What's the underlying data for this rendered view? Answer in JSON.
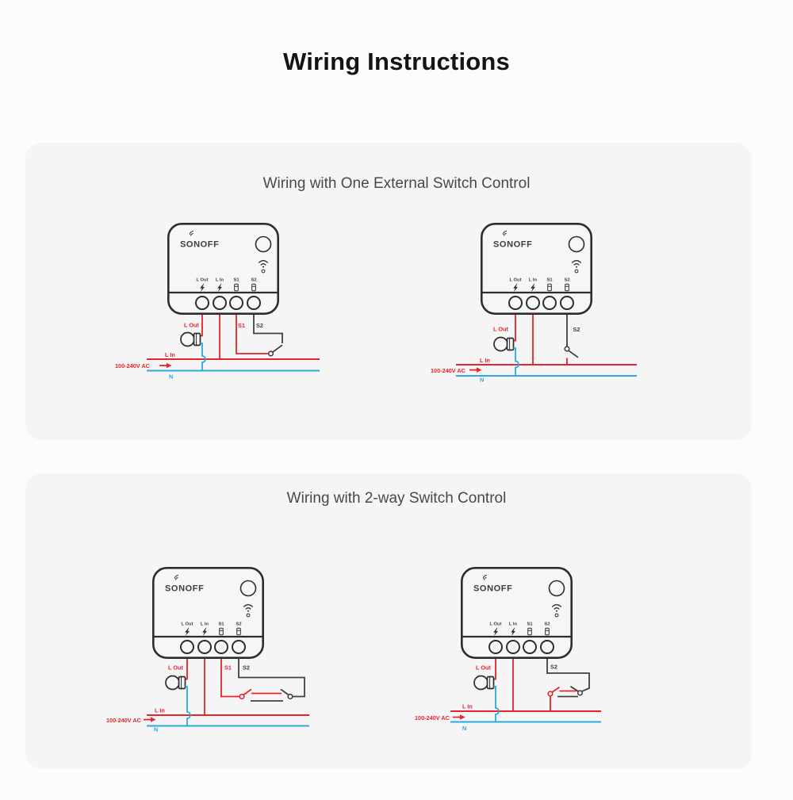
{
  "page": {
    "title": "Wiring Instructions"
  },
  "panels": [
    {
      "heading": "Wiring with One External Switch Control"
    },
    {
      "heading": "Wiring with 2-way Switch Control"
    }
  ],
  "device": {
    "brand": "SONOFF",
    "terminals": [
      "L Out",
      "L In",
      "S1",
      "S2"
    ]
  },
  "labels": {
    "l_out": "L Out",
    "l_in": "L In",
    "s1": "S1",
    "s2": "S2",
    "neutral": "N",
    "supply": "100-240V AC"
  },
  "colors": {
    "accent_red": "#e7232b",
    "neutral_blue": "#2ba9e0",
    "wire_dark": "#404040",
    "device_outline": "#2d2d2d",
    "panel_bg": "#f5f5f6"
  }
}
